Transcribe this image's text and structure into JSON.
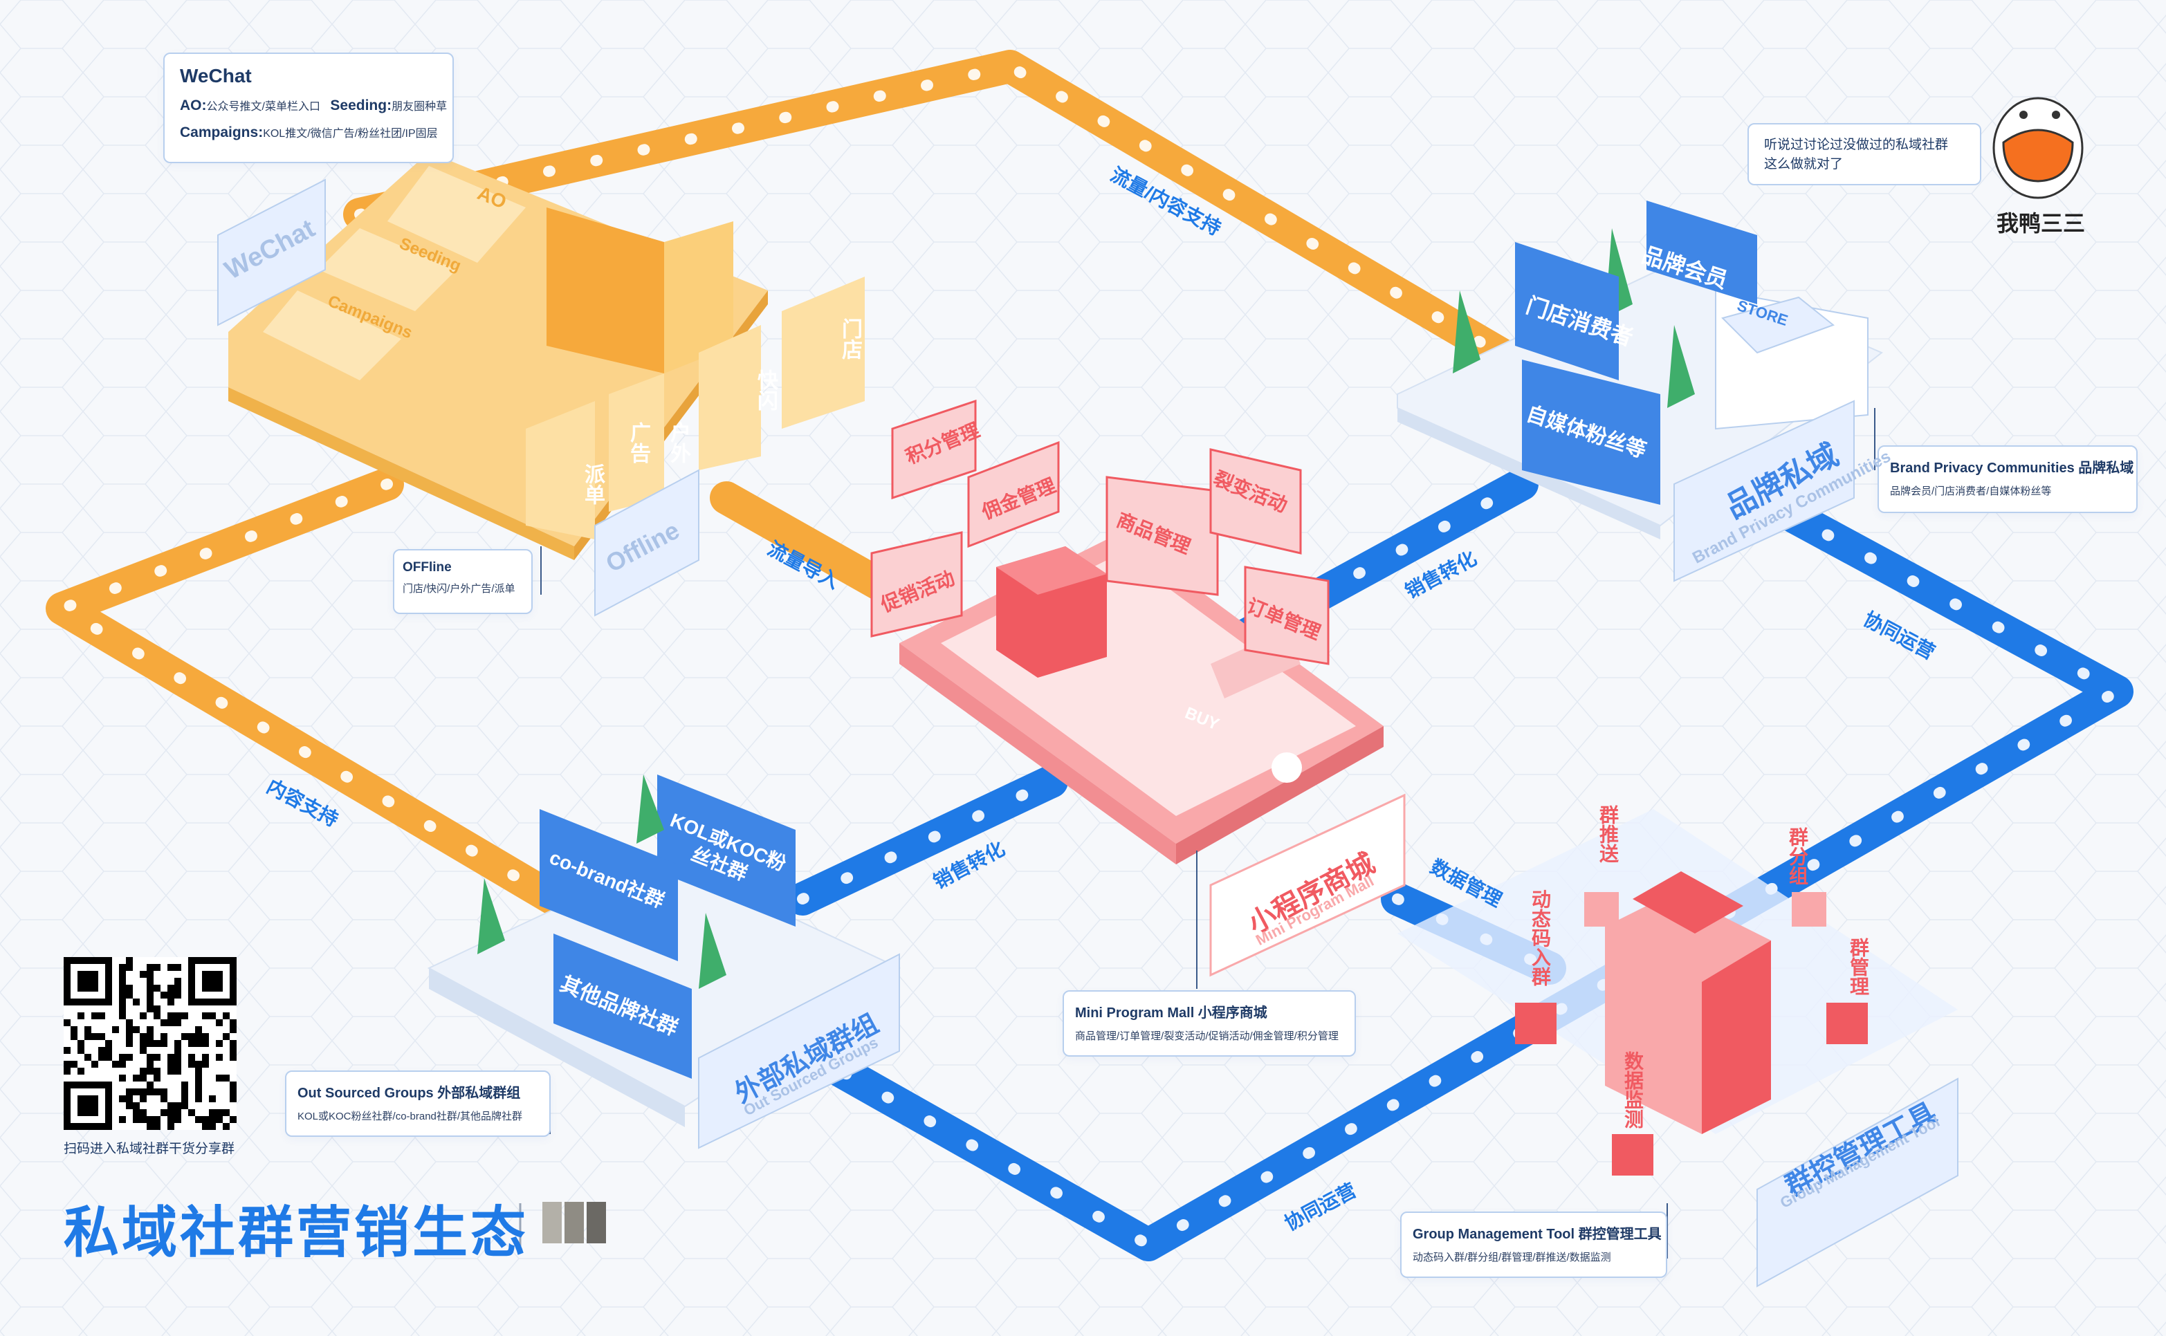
{
  "title": "私域社群营销生态",
  "qr_caption": "扫码进入私域社群干货分享群",
  "speech_bubble": {
    "line1": "听说过讨论过没做过的私域社群",
    "line2": "这么做就对了"
  },
  "mascot_text": "我鸭三三",
  "boxes": {
    "wechat": {
      "title": "WeChat",
      "ao_label": "AO:",
      "ao_text": "公众号推文/菜单栏入口",
      "seeding_label": "Seeding:",
      "seeding_text": "朋友圈种草",
      "campaigns_label": "Campaigns:",
      "campaigns_text": "KOL推文/微信广告/粉丝社团/IP固层"
    },
    "offline": {
      "title": "OFFline",
      "text": "门店/快闪/户外广告/派单"
    },
    "brand": {
      "title": "Brand Privacy Communities 品牌私域",
      "text": "品牌会员/门店消费者/自媒体粉丝等"
    },
    "mall": {
      "title": "Mini Program Mall 小程序商城",
      "text": "商品管理/订单管理/裂变活动/促销活动/佣金管理/积分管理"
    },
    "outsourced": {
      "title": "Out Sourced Groups 外部私域群组",
      "text": "KOL或KOC粉丝社群/co-brand社群/其他品牌社群"
    },
    "group_tool": {
      "title": "Group  Management Tool 群控管理工具",
      "text": "动态码入群/群分组/群管理/群推送/数据监测"
    }
  },
  "platform_labels": {
    "wechat_tile": "WeChat",
    "ao": "AO",
    "seeding": "Seeding",
    "campaigns": "Campaigns",
    "offline_tile": "Offline",
    "dispatch": "派单",
    "ads": "广告",
    "outdoor": "户外",
    "popup": "快闪",
    "store": "门店"
  },
  "brand_labels": {
    "member": "品牌会员",
    "consumer": "门店消费者",
    "fans": "自媒体粉丝等",
    "store_sign": "STORE",
    "plate_cn": "品牌私域",
    "plate_en": "Brand Privacy Communities"
  },
  "mall_labels": {
    "points": "积分管理",
    "commission": "佣金管理",
    "goods": "商品管理",
    "fission": "裂变活动",
    "promo": "促销活动",
    "order": "订单管理",
    "buy": "BUY",
    "plate_cn": "小程序商城",
    "plate_en": "Mini Program Mall"
  },
  "group_labels": {
    "kol": "KOL或KOC粉丝社群",
    "cobrand": "co-brand社群",
    "other": "其他品牌社群",
    "plate_cn": "外部私域群组",
    "plate_en": "Out Sourced Groups"
  },
  "tool_labels": {
    "push": "群推送",
    "split": "群分组",
    "manage": "群管理",
    "dynamic": "动态码入群",
    "monitor": "数据监测",
    "plate_cn": "群控管理工具",
    "plate_en": "Group Management Tool"
  },
  "flow_labels": {
    "traffic_content": "流量/内容支持",
    "traffic_import": "流量导入",
    "content_support": "内容支持",
    "sales_conversion_1": "销售转化",
    "sales_conversion_2": "销售转化",
    "collab_1": "协同运营",
    "collab_2": "协同运营",
    "data_mgmt": "数据管理"
  },
  "colors": {
    "orange": "#f6b03f",
    "blue": "#1f7ae6",
    "red": "#f05a61",
    "pink": "#f9a8aa",
    "light_blue": "#e6efff",
    "text_dark": "#1e3a66"
  }
}
